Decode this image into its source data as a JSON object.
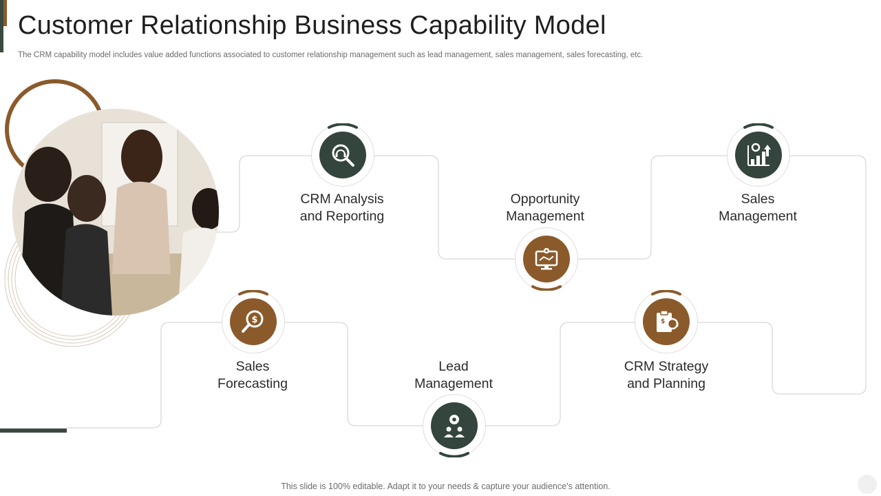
{
  "header": {
    "title": "Customer Relationship Business Capability Model",
    "subtitle": "The CRM capability model includes value added functions associated to customer relationship management such as lead management, sales management, sales forecasting, etc."
  },
  "capabilities": [
    {
      "line1": "CRM Analysis",
      "line2": "and Reporting",
      "icon": "headset-search-icon",
      "color": "#33453c"
    },
    {
      "line1": "Opportunity",
      "line2": "Management",
      "icon": "monitor-gear-icon",
      "color": "#8b5a2b"
    },
    {
      "line1": "Sales",
      "line2": "Management",
      "icon": "growth-chart-icon",
      "color": "#33453c"
    },
    {
      "line1": "Sales",
      "line2": "Forecasting",
      "icon": "money-magnifier-icon",
      "color": "#8b5a2b"
    },
    {
      "line1": "Lead",
      "line2": "Management",
      "icon": "team-gear-icon",
      "color": "#33453c"
    },
    {
      "line1": "CRM Strategy",
      "line2": "and Planning",
      "icon": "clipboard-support-icon",
      "color": "#8b5a2b"
    }
  ],
  "footer": {
    "note": "This slide is 100% editable. Adapt it to your needs & capture your audience’s attention."
  },
  "colors": {
    "accent_dark": "#33453c",
    "accent_gold": "#8b5a2b"
  }
}
